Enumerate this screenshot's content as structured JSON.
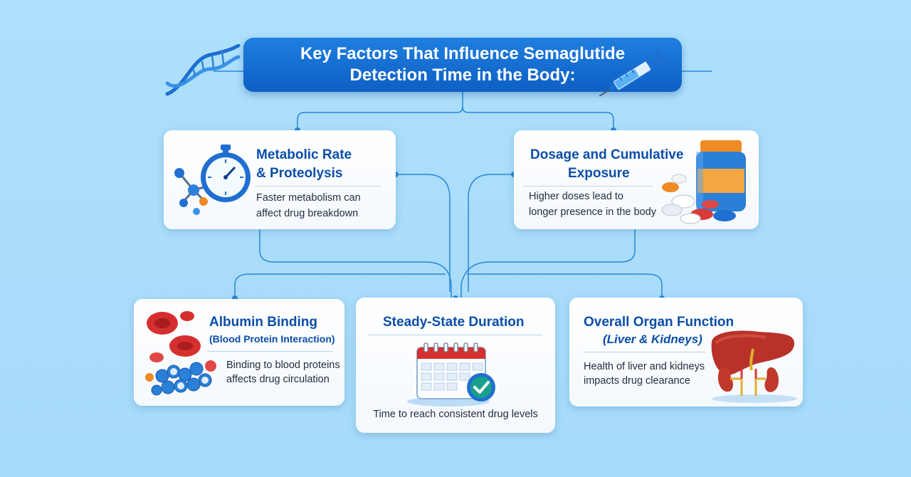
{
  "title": {
    "line1_prefix": "Key Factors That Influence",
    "line1_highlight": "Semaglutide",
    "line2": "Detection Time in the Body:"
  },
  "factors": {
    "metabolic": {
      "title_line1": "Metabolic Rate",
      "title_line2": "& Proteolysis",
      "desc_line1": "Faster metabolism can",
      "desc_line2": "affect drug breakdown",
      "icon": "stopwatch-molecule-icon"
    },
    "dosage": {
      "title_line1": "Dosage and Cumulative",
      "title_line2": "Exposure",
      "desc_line1": "Higher doses lead to",
      "desc_line2": "longer presence in the body",
      "icon": "pill-bottle-icon"
    },
    "albumin": {
      "title": "Albumin Binding",
      "subtitle": "(Blood Protein Interaction)",
      "desc_line1": "Binding to blood proteins",
      "desc_line2": "affects drug circulation",
      "icon": "blood-cells-icon"
    },
    "steady": {
      "title": "Steady-State Duration",
      "desc": "Time to reach consistent drug levels",
      "icon": "calendar-check-icon"
    },
    "organ": {
      "title": "Overall Organ Function",
      "subtitle": "(Liver & Kidneys)",
      "desc_line1": "Health of liver and kidneys",
      "desc_line2": "impacts drug clearance",
      "icon": "liver-kidney-icon"
    }
  },
  "colors": {
    "background": "#a8dcfa",
    "banner": "#1470d4",
    "title_text": "#0b4ea8",
    "connector": "#2a86d6"
  }
}
